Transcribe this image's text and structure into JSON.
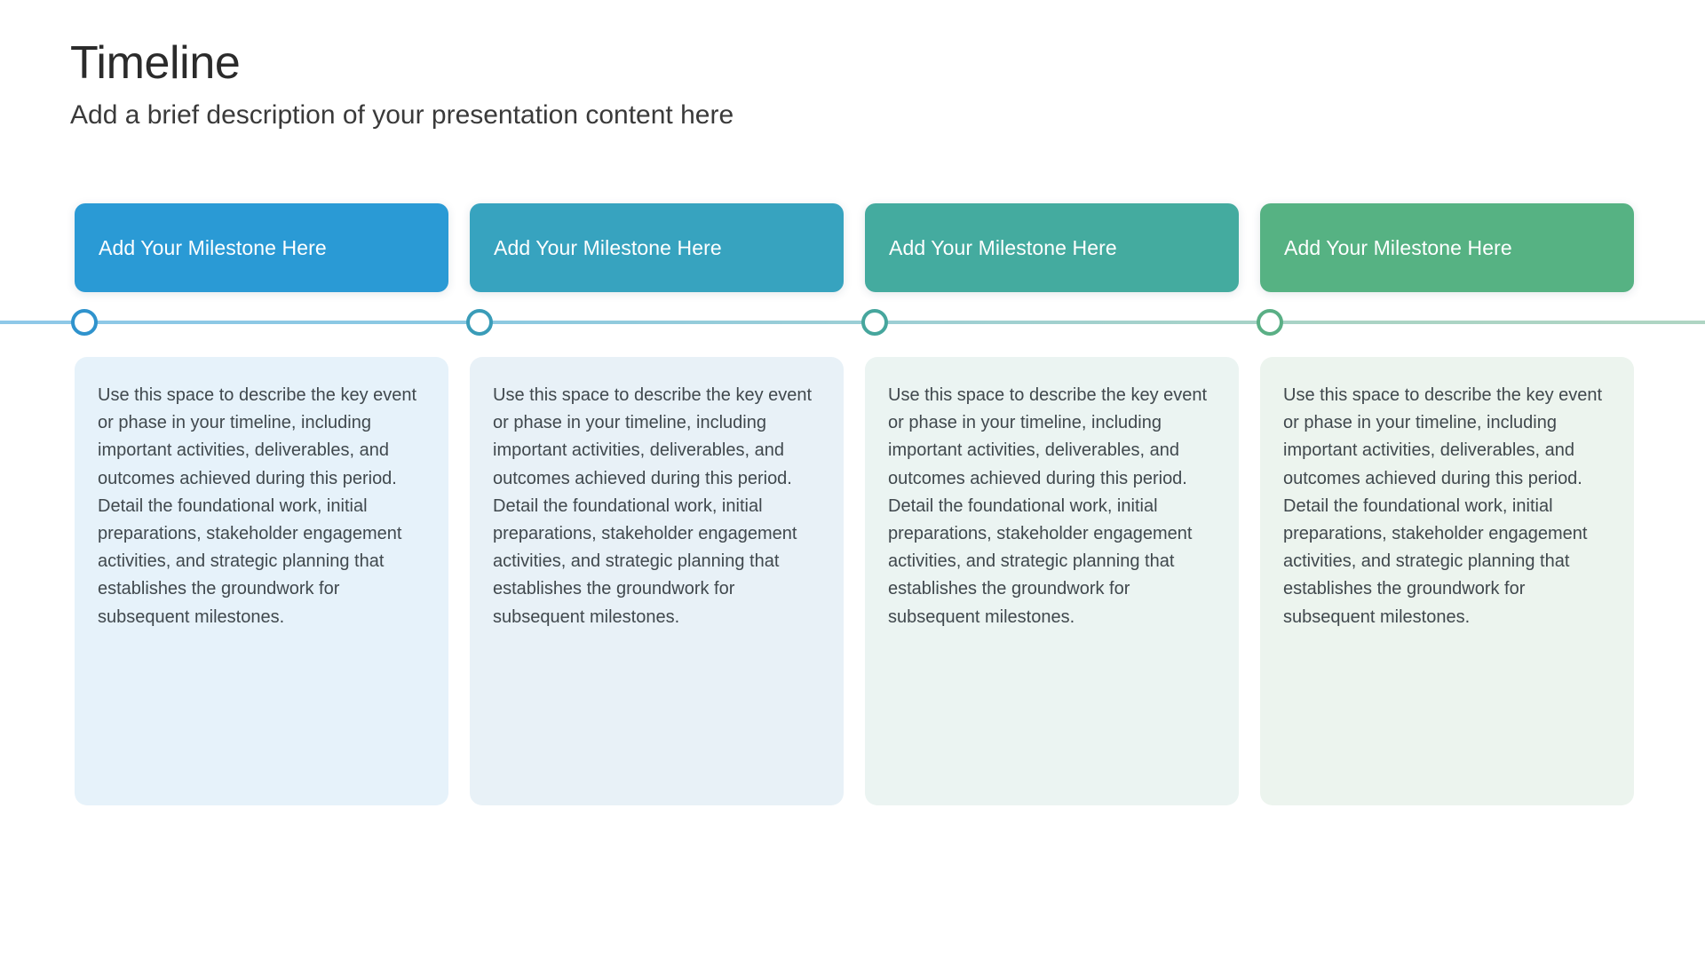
{
  "header": {
    "title": "Timeline",
    "subtitle": "Add a brief description of your presentation content here"
  },
  "axis": {
    "gradient_start": "#8ec8e8",
    "gradient_end": "#afd5c3",
    "marker_fill": "#ffffff"
  },
  "milestones": [
    {
      "label": "Add Your Milestone Here",
      "head_color": "#2a9ad5",
      "marker_color": "#2f93cd",
      "card_color": "#e6f2fa",
      "description": "Use this space to describe the key event or phase in your timeline, including important activities, deliverables, and outcomes achieved during this period. Detail the foundational work, initial preparations, stakeholder engagement activities, and strategic planning that establishes the groundwork for subsequent milestones."
    },
    {
      "label": "Add Your Milestone Here",
      "head_color": "#37a3bf",
      "marker_color": "#3a9cb8",
      "card_color": "#e8f1f7",
      "description": "Use this space to describe the key event or phase in your timeline, including important activities, deliverables, and outcomes achieved during this period. Detail the foundational work, initial preparations, stakeholder engagement activities, and strategic planning that establishes the groundwork for subsequent milestones."
    },
    {
      "label": "Add Your Milestone Here",
      "head_color": "#44ab9f",
      "marker_color": "#46a69d",
      "card_color": "#ebf4f2",
      "description": "Use this space to describe the key event or phase in your timeline, including important activities, deliverables, and outcomes achieved during this period. Detail the foundational work, initial preparations, stakeholder engagement activities, and strategic planning that establishes the groundwork for subsequent milestones."
    },
    {
      "label": "Add Your Milestone Here",
      "head_color": "#56b283",
      "marker_color": "#5aaf85",
      "card_color": "#ecf4ee",
      "description": "Use this space to describe the key event or phase in your timeline, including important activities, deliverables, and outcomes achieved during this period. Detail the foundational work, initial preparations, stakeholder engagement activities, and strategic planning that establishes the groundwork for subsequent milestones."
    }
  ]
}
